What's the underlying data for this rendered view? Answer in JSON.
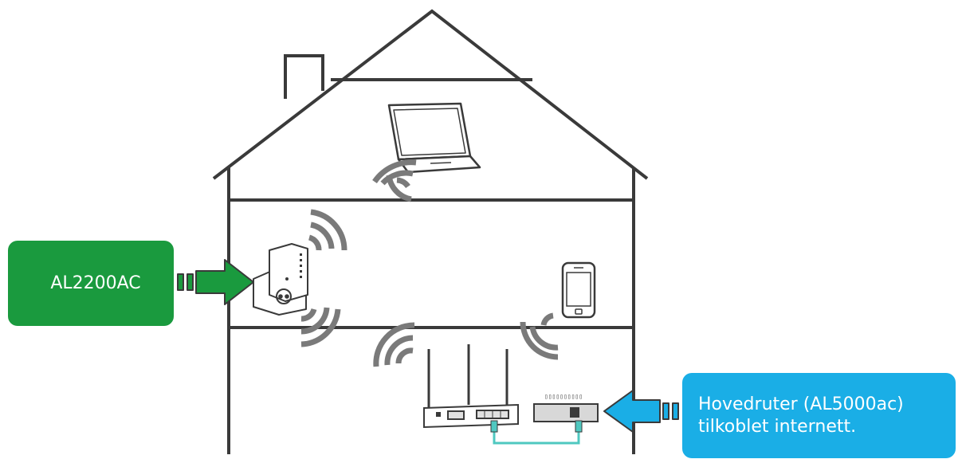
{
  "colors": {
    "outline": "#3a3a3a",
    "wifi": "#7a7a7a",
    "cable": "#4fc8c0",
    "callout_green": "#1a9a3e",
    "callout_blue": "#1aaee6"
  },
  "callouts": {
    "extender_label": "AL2200AC",
    "router_line1": "Hovedruter (AL5000ac)",
    "router_line2": "tilkoblet internett."
  },
  "icons": [
    "house-outline",
    "laptop-icon",
    "smartphone-icon",
    "wifi-extender-icon",
    "router-icon",
    "modem-icon",
    "wifi-signal-icon",
    "arrow-icon"
  ]
}
